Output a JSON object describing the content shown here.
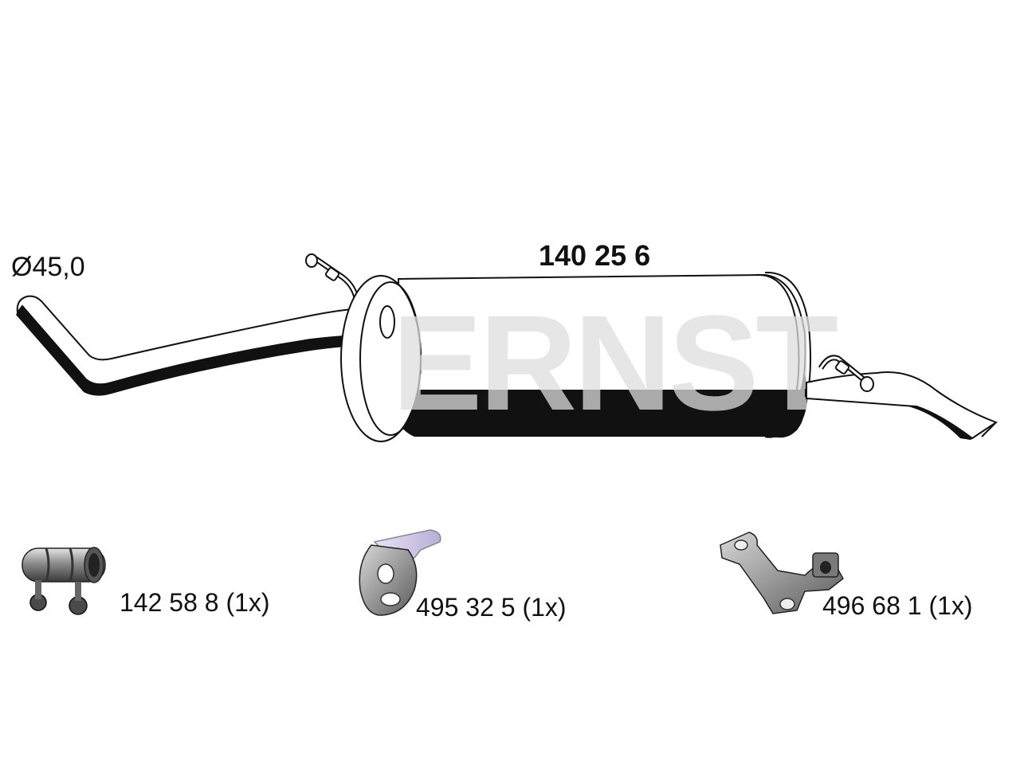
{
  "diagram": {
    "main_part_number": "140 25 6",
    "pipe_diameter": "Ø45,0",
    "watermark": "ERNST"
  },
  "accessories": [
    {
      "label": "142 58 8 (1x)",
      "icon": "pipe-clamp-icon"
    },
    {
      "label": "495 32 5 (1x)",
      "icon": "rubber-hanger-icon"
    },
    {
      "label": "496 68 1 (1x)",
      "icon": "mounting-bracket-icon"
    }
  ],
  "colors": {
    "outline": "#111111",
    "part_fill": "#ffffff",
    "accessory_metal": "#8a8a8a",
    "watermark": "#d8d8d8"
  }
}
